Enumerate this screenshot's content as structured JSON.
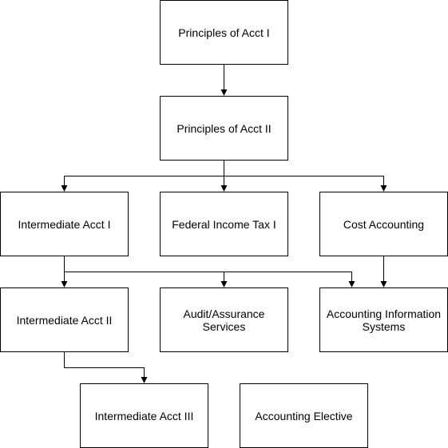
{
  "nodes": {
    "principles_1": "Principles of Acct I",
    "principles_2": "Principles of Acct II",
    "intermediate_1": "Intermediate Acct I",
    "federal_tax_1": "Federal Income Tax I",
    "cost_accounting": "Cost Accounting",
    "intermediate_2": "Intermediate Acct II",
    "audit_assurance": "Audit/Assurance Services",
    "ais": "Accounting Information Systems",
    "intermediate_3": "Intermediate Acct III",
    "elective": "Accounting Elective"
  },
  "edges": [
    [
      "principles_1",
      "principles_2"
    ],
    [
      "principles_2",
      "intermediate_1"
    ],
    [
      "principles_2",
      "federal_tax_1"
    ],
    [
      "principles_2",
      "cost_accounting"
    ],
    [
      "intermediate_1",
      "intermediate_2"
    ],
    [
      "intermediate_1",
      "audit_assurance"
    ],
    [
      "intermediate_1",
      "ais"
    ],
    [
      "cost_accounting",
      "ais"
    ],
    [
      "intermediate_2",
      "intermediate_3"
    ]
  ]
}
